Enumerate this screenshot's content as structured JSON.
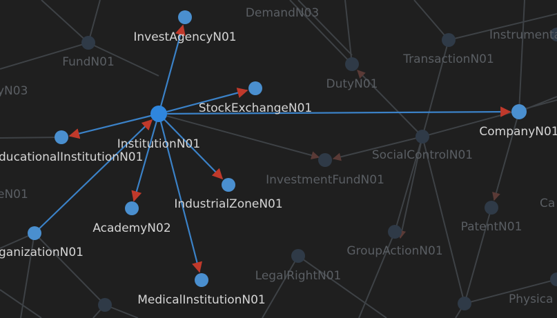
{
  "graph": {
    "center_node": "InstitutionN01",
    "nodes": [
      {
        "id": "InstitutionN01",
        "label": "InstitutionN01",
        "state": "selected"
      },
      {
        "id": "InvestAgencyN01",
        "label": "InvestAgencyN01",
        "state": "highlighted"
      },
      {
        "id": "StockExchangeN01",
        "label": "StockExchangeN01",
        "state": "highlighted"
      },
      {
        "id": "CompanyN01",
        "label": "CompanyN01",
        "state": "highlighted"
      },
      {
        "id": "EducationalInstitutionN01",
        "label": "ducationalInstitutionN01",
        "state": "highlighted"
      },
      {
        "id": "AcademyN02",
        "label": "AcademyN02",
        "state": "highlighted"
      },
      {
        "id": "IndustrialZoneN01",
        "label": "IndustrialZoneN01",
        "state": "highlighted"
      },
      {
        "id": "MedicalInstitutionN01",
        "label": "MedicalInstitutionN01",
        "state": "highlighted"
      },
      {
        "id": "OrganizationN01",
        "label": "ganizationN01",
        "state": "highlighted"
      },
      {
        "id": "FundN01",
        "label": "FundN01",
        "state": "dim"
      },
      {
        "id": "DemandN03",
        "label": "DemandN03",
        "state": "dim"
      },
      {
        "id": "DutyN01",
        "label": "DutyN01",
        "state": "dim"
      },
      {
        "id": "TransactionN01",
        "label": "TransactionN01",
        "state": "dim"
      },
      {
        "id": "InstrumentalN",
        "label": "Instrumenta",
        "state": "dim"
      },
      {
        "id": "SocialControlN01",
        "label": "SocialControlN01",
        "state": "dim"
      },
      {
        "id": "InvestmentFundN01",
        "label": "InvestmentFundN01",
        "state": "dim"
      },
      {
        "id": "PatentN01",
        "label": "PatentN01",
        "state": "dim"
      },
      {
        "id": "GroupActionN01",
        "label": "GroupActionN01",
        "state": "dim"
      },
      {
        "id": "LegalRightN01",
        "label": "LegalRightN01",
        "state": "dim"
      },
      {
        "id": "PhysicalN",
        "label": "Physica",
        "state": "dim"
      },
      {
        "id": "CaN",
        "label": "Ca",
        "state": "dim"
      },
      {
        "id": "yN03",
        "label": "yN03",
        "state": "dim"
      },
      {
        "id": "eN01",
        "label": "eN01",
        "state": "dim"
      }
    ],
    "edges": [
      {
        "from": "InstitutionN01",
        "to": "InvestAgencyN01",
        "state": "highlighted"
      },
      {
        "from": "InstitutionN01",
        "to": "StockExchangeN01",
        "state": "highlighted"
      },
      {
        "from": "InstitutionN01",
        "to": "CompanyN01",
        "state": "highlighted"
      },
      {
        "from": "InstitutionN01",
        "to": "EducationalInstitutionN01",
        "state": "highlighted"
      },
      {
        "from": "InstitutionN01",
        "to": "AcademyN02",
        "state": "highlighted"
      },
      {
        "from": "InstitutionN01",
        "to": "IndustrialZoneN01",
        "state": "highlighted"
      },
      {
        "from": "InstitutionN01",
        "to": "MedicalInstitutionN01",
        "state": "highlighted"
      },
      {
        "from": "OrganizationN01",
        "to": "InstitutionN01",
        "state": "highlighted"
      },
      {
        "from": "InstitutionN01",
        "to": "InvestmentFundN01",
        "state": "dim"
      },
      {
        "from": "SocialControlN01",
        "to": "InvestmentFundN01",
        "state": "dim"
      },
      {
        "from": "SocialControlN01",
        "to": "DutyN01",
        "state": "dim"
      },
      {
        "from": "CompanyN01",
        "to": "PatentN01",
        "state": "dim"
      },
      {
        "from": "SocialControlN01",
        "to": "GroupActionN01",
        "state": "dim"
      }
    ]
  },
  "colors": {
    "background": "#1f1f1f",
    "highlight_edge": "#3b82c8",
    "arrow_head": "#c0392b",
    "node_highlight": "#4a8fcf",
    "node_dim": "#2f3a47"
  }
}
